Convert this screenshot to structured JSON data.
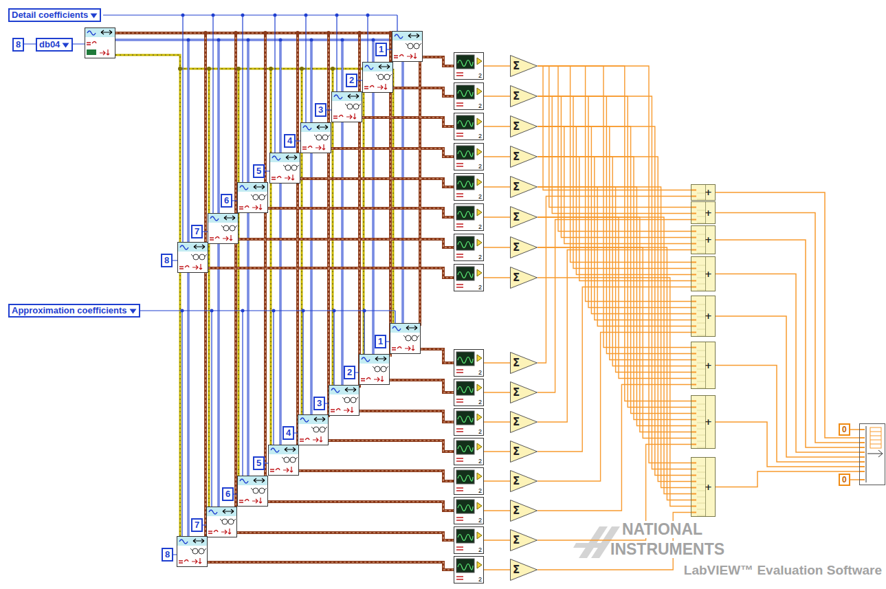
{
  "diagram": {
    "nodes": [
      {
        "text": [
          "Detail coefficients"
        ]
      },
      {
        "text": [
          "8"
        ]
      },
      {
        "text": [
          "db04"
        ]
      },
      {
        "text": [
          "1"
        ]
      },
      {
        "text": [
          "2"
        ]
      },
      {
        "text": [
          "3"
        ]
      },
      {
        "text": [
          "4"
        ]
      },
      {
        "text": [
          "5"
        ]
      },
      {
        "text": [
          "6"
        ]
      },
      {
        "text": [
          "7"
        ]
      },
      {
        "text": [
          "8"
        ]
      },
      {
        "text": [
          "Approximation coefficients"
        ]
      },
      {
        "text": [
          "1"
        ]
      },
      {
        "text": [
          "2"
        ]
      },
      {
        "text": [
          "3"
        ]
      },
      {
        "text": [
          "4"
        ]
      },
      {
        "text": [
          "5"
        ]
      },
      {
        "text": [
          "6"
        ]
      },
      {
        "text": [
          "7"
        ]
      },
      {
        "text": [
          "8"
        ]
      },
      {
        "text": [
          "2"
        ]
      },
      {
        "text": [
          "2"
        ]
      },
      {
        "text": [
          "2"
        ]
      },
      {
        "text": [
          "2"
        ]
      },
      {
        "text": [
          "2"
        ]
      },
      {
        "text": [
          "2"
        ]
      },
      {
        "text": [
          "2"
        ]
      },
      {
        "text": [
          "2"
        ]
      },
      {
        "text": [
          "Σ"
        ]
      },
      {
        "text": [
          "Σ"
        ]
      },
      {
        "text": [
          "Σ"
        ]
      },
      {
        "text": [
          "Σ"
        ]
      },
      {
        "text": [
          "Σ"
        ]
      },
      {
        "text": [
          "Σ"
        ]
      },
      {
        "text": [
          "Σ"
        ]
      },
      {
        "text": [
          "Σ"
        ]
      },
      {
        "text": [
          "2"
        ]
      },
      {
        "text": [
          "2"
        ]
      },
      {
        "text": [
          "2"
        ]
      },
      {
        "text": [
          "2"
        ]
      },
      {
        "text": [
          "2"
        ]
      },
      {
        "text": [
          "2"
        ]
      },
      {
        "text": [
          "2"
        ]
      },
      {
        "text": [
          "2"
        ]
      },
      {
        "text": [
          "Σ"
        ]
      },
      {
        "text": [
          "Σ"
        ]
      },
      {
        "text": [
          "Σ"
        ]
      },
      {
        "text": [
          "Σ"
        ]
      },
      {
        "text": [
          "Σ"
        ]
      },
      {
        "text": [
          "Σ"
        ]
      },
      {
        "text": [
          "Σ"
        ]
      },
      {
        "text": [
          "Σ"
        ]
      },
      {
        "text": [
          "+"
        ]
      },
      {
        "text": [
          "+"
        ]
      },
      {
        "text": [
          "+"
        ]
      },
      {
        "text": [
          "+"
        ]
      },
      {
        "text": [
          "+"
        ]
      },
      {
        "text": [
          "+"
        ]
      },
      {
        "text": [
          "+"
        ]
      },
      {
        "text": [
          "+"
        ]
      },
      {
        "text": [
          "0"
        ]
      },
      {
        "text": [
          "0"
        ]
      }
    ],
    "edges": [
      {
        "from": 20,
        "to": 28,
        "arrow": "none"
      },
      {
        "from": 21,
        "to": 29,
        "arrow": "none"
      },
      {
        "from": 22,
        "to": 30,
        "arrow": "none"
      },
      {
        "from": 23,
        "to": 31,
        "arrow": "none"
      },
      {
        "from": 24,
        "to": 32,
        "arrow": "none"
      },
      {
        "from": 25,
        "to": 33,
        "arrow": "none"
      },
      {
        "from": 26,
        "to": 34,
        "arrow": "none"
      },
      {
        "from": 27,
        "to": 35,
        "arrow": "none"
      },
      {
        "from": 36,
        "to": 44,
        "arrow": "none"
      },
      {
        "from": 37,
        "to": 45,
        "arrow": "none"
      },
      {
        "from": 38,
        "to": 46,
        "arrow": "none"
      },
      {
        "from": 39,
        "to": 47,
        "arrow": "none"
      },
      {
        "from": 40,
        "to": 48,
        "arrow": "none"
      },
      {
        "from": 41,
        "to": 49,
        "arrow": "none"
      },
      {
        "from": 42,
        "to": 50,
        "arrow": "none"
      },
      {
        "from": 43,
        "to": 51,
        "arrow": "none"
      },
      {
        "from": 28,
        "to": 52,
        "arrow": "none"
      },
      {
        "from": 44,
        "to": 52,
        "arrow": "none"
      },
      {
        "from": 28,
        "to": 53,
        "arrow": "none"
      },
      {
        "from": 29,
        "to": 53,
        "arrow": "none"
      },
      {
        "from": 45,
        "to": 53,
        "arrow": "none"
      },
      {
        "from": 28,
        "to": 54,
        "arrow": "none"
      },
      {
        "from": 29,
        "to": 54,
        "arrow": "none"
      },
      {
        "from": 30,
        "to": 54,
        "arrow": "none"
      },
      {
        "from": 46,
        "to": 54,
        "arrow": "none"
      },
      {
        "from": 28,
        "to": 55,
        "arrow": "none"
      },
      {
        "from": 29,
        "to": 55,
        "arrow": "none"
      },
      {
        "from": 30,
        "to": 55,
        "arrow": "none"
      },
      {
        "from": 31,
        "to": 55,
        "arrow": "none"
      },
      {
        "from": 47,
        "to": 55,
        "arrow": "none"
      },
      {
        "from": 28,
        "to": 56,
        "arrow": "none"
      },
      {
        "from": 29,
        "to": 56,
        "arrow": "none"
      },
      {
        "from": 30,
        "to": 56,
        "arrow": "none"
      },
      {
        "from": 31,
        "to": 56,
        "arrow": "none"
      },
      {
        "from": 32,
        "to": 56,
        "arrow": "none"
      },
      {
        "from": 48,
        "to": 56,
        "arrow": "none"
      },
      {
        "from": 28,
        "to": 57,
        "arrow": "none"
      },
      {
        "from": 29,
        "to": 57,
        "arrow": "none"
      },
      {
        "from": 30,
        "to": 57,
        "arrow": "none"
      },
      {
        "from": 31,
        "to": 57,
        "arrow": "none"
      },
      {
        "from": 32,
        "to": 57,
        "arrow": "none"
      },
      {
        "from": 33,
        "to": 57,
        "arrow": "none"
      },
      {
        "from": 49,
        "to": 57,
        "arrow": "none"
      },
      {
        "from": 28,
        "to": 58,
        "arrow": "none"
      },
      {
        "from": 29,
        "to": 58,
        "arrow": "none"
      },
      {
        "from": 30,
        "to": 58,
        "arrow": "none"
      },
      {
        "from": 31,
        "to": 58,
        "arrow": "none"
      },
      {
        "from": 32,
        "to": 58,
        "arrow": "none"
      },
      {
        "from": 33,
        "to": 58,
        "arrow": "none"
      },
      {
        "from": 34,
        "to": 58,
        "arrow": "none"
      },
      {
        "from": 50,
        "to": 58,
        "arrow": "none"
      },
      {
        "from": 28,
        "to": 59,
        "arrow": "none"
      },
      {
        "from": 29,
        "to": 59,
        "arrow": "none"
      },
      {
        "from": 30,
        "to": 59,
        "arrow": "none"
      },
      {
        "from": 31,
        "to": 59,
        "arrow": "none"
      },
      {
        "from": 32,
        "to": 59,
        "arrow": "none"
      },
      {
        "from": 33,
        "to": 59,
        "arrow": "none"
      },
      {
        "from": 34,
        "to": 59,
        "arrow": "none"
      },
      {
        "from": 35,
        "to": 59,
        "arrow": "none"
      },
      {
        "from": 51,
        "to": 59,
        "arrow": "none"
      }
    ],
    "labels": [
      "NATIONAL",
      "INSTRUMENTS",
      "LabVIEW™ Evaluation Software"
    ]
  }
}
